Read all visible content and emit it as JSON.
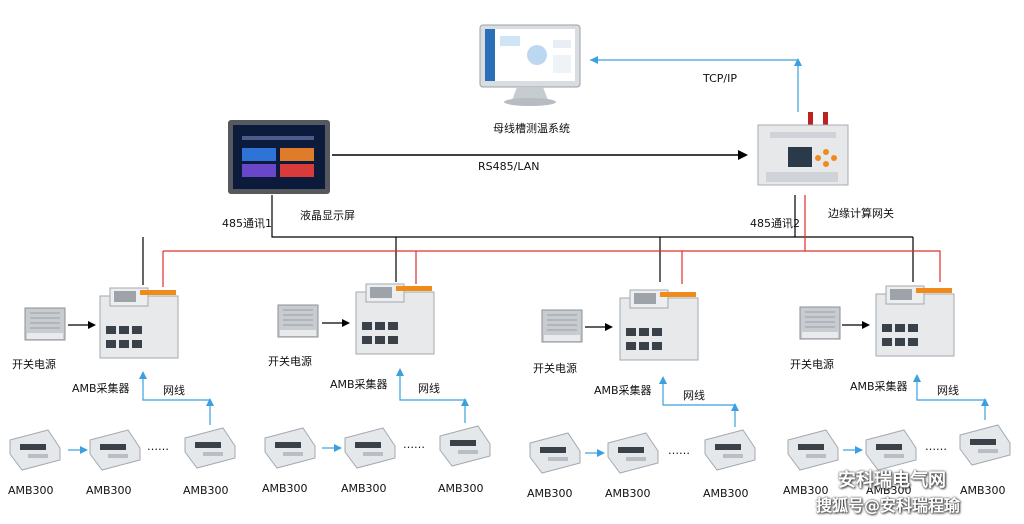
{
  "labels": {
    "monitor_system": "母线槽测温系统",
    "tcp_ip": "TCP/IP",
    "rs485_lan": "RS485/LAN",
    "lcd_screen": "液晶显示屏",
    "comm1": "485通讯1",
    "comm2": "485通讯2",
    "edge_gateway": "边缘计算网关"
  },
  "groups": [
    {
      "power": "开关电源",
      "collector": "AMB采集器",
      "net": "网线",
      "sensors": [
        "AMB300",
        "AMB300",
        "AMB300"
      ],
      "dots": "……"
    },
    {
      "power": "开关电源",
      "collector": "AMB采集器",
      "net": "网线",
      "sensors": [
        "AMB300",
        "AMB300",
        "AMB300"
      ],
      "dots": "……"
    },
    {
      "power": "开关电源",
      "collector": "AMB采集器",
      "net": "网线",
      "sensors": [
        "AMB300",
        "AMB300",
        "AMB300"
      ],
      "dots": "……"
    },
    {
      "power": "开关电源",
      "collector": "AMB采集器",
      "net": "网线",
      "sensors": [
        "AMB300",
        "AMB300",
        "AMB300"
      ],
      "dots": "……"
    }
  ],
  "watermark": {
    "line1": "安科瑞电气网",
    "line2": "搜狐号@安科瑞程瑜"
  },
  "colors": {
    "black_bus": "#000000",
    "red_bus": "#e0302a",
    "blue_link": "#3aa0e0"
  }
}
